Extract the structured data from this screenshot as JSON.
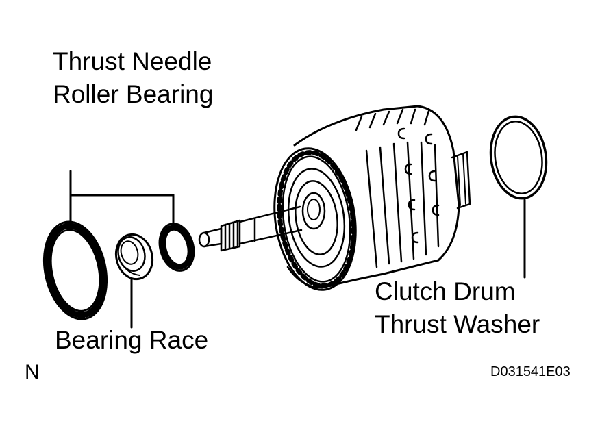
{
  "labels": {
    "thrust_needle_line1": "Thrust Needle",
    "thrust_needle_line2": "Roller Bearing",
    "bearing_race": "Bearing Race",
    "clutch_line1": "Clutch Drum",
    "clutch_line2": "Thrust Washer"
  },
  "corner_mark": "N",
  "figure_id": "D031541E03",
  "colors": {
    "ink": "#000000",
    "paper": "#ffffff"
  }
}
